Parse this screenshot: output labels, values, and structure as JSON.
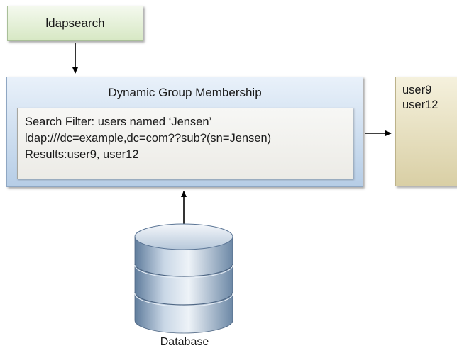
{
  "nodes": {
    "ldapsearch": {
      "label": "ldapsearch"
    },
    "dynamic_group": {
      "title": "Dynamic Group Membership",
      "filter_lines": [
        "Search Filter: users named ‘Jensen’",
        "ldap:///dc=example,dc=com??sub?(sn=Jensen)",
        "Results:user9, user12"
      ]
    },
    "results": {
      "lines": [
        "user9",
        "user12"
      ]
    },
    "database": {
      "label": "Database"
    }
  },
  "edges": [
    {
      "from": "ldapsearch",
      "to": "dynamic_group"
    },
    {
      "from": "database",
      "to": "dynamic_group"
    },
    {
      "from": "dynamic_group",
      "to": "results"
    }
  ],
  "colors": {
    "ldapsearch_fill": "#dbeac8",
    "group_fill": "#c3d7ec",
    "filter_fill": "#f0efea",
    "results_fill": "#e6dfbd",
    "database_fill": "#9fb3c9",
    "arrow": "#000000"
  }
}
